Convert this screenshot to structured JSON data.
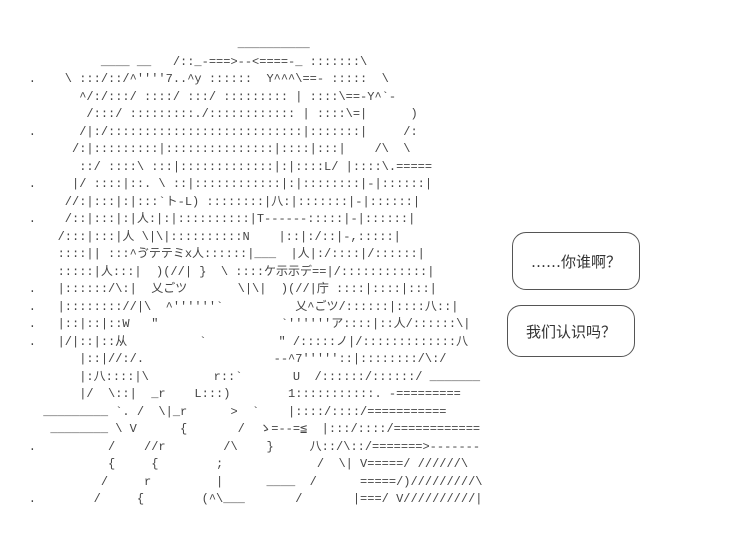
{
  "art_lines": [
    "                                 __________",
    "              ____ __   /::_-===>--<====-_ :::::::\\",
    "    .    \\ :::/::/^''''7..^y ::::::  Y^^^\\==- :::::  \\",
    "           ^/:/:::/ ::::/ :::/ ::::::::: | ::::\\==-Y^`-",
    "            /:::/ :::::::::./:::::::::::: | ::::\\=|      )",
    "    .      /|:/:::::::::::::::::::::::::::|:::::::|     /:",
    "          /:|:::::::::|:::::::::::::::|::::|:::|    /\\  \\",
    "           ::/ ::::\\ :::|:::::::::::::|:|::::L/ |::::\\.=====",
    "    .     |/ ::::|::. \\ ::|::::::::::::|:|::::::::|-|::::::|",
    "         //:|:::|:|:::`ト-L) ::::::::|八:|:::::::|-|::::::|",
    "    .    /::|:::|:|人:|:|::::::::::|T------:::::|-|::::::|",
    "        /:::|:::|人 \\|\\|::::::::::N    |::|:/::|-,:::::|",
    "        ::::|| :::^ゔテテミx人::::::|___  |人|:/::::|/::::::|",
    "        :::::|人:::|  )(//| }  \\ ::::ケ示示デ==|/::::::::::::|",
    "    .   |::::::/\\:|  乂ごツ       \\|\\|  )(//|庁 ::::|::::|:::|",
    "    .   |:::::::://|\\  ^''''''`          乂^ごツ/::::::|::::八::|",
    "    .   |::|::|::W   \"                 `''''''ア::::|::人/::::::\\|",
    "    .   |/|::|::从          `          \" /:::::ノ|/:::::::::::::八",
    "           |::|//:/.                  --^7'''''::|::::::::/\\:/",
    "           |:八::::|\\         r::`       U  /::::::/::::::/ _______",
    "           |/  \\::|  _r    L:::)        1:::::::::::. -=========",
    "      _________ `. /  \\|_r      >  `    |::::/::::/===========",
    "       ________ \\ V      {       /  ゝ=--=≦  |:::/::::/============",
    "    .          /    //r        /\\    }     八::/\\::/=======>-------",
    "               {     {        ;             /  \\| V=====/ //////\\",
    "              /     r         |      ____  /      =====/)/////////\\",
    "    .        /     {        (^\\___       /       |===/ V//////////|"
  ],
  "bubbles": [
    {
      "text": "……你谁啊？"
    },
    {
      "text": "我们认识吗？"
    }
  ]
}
